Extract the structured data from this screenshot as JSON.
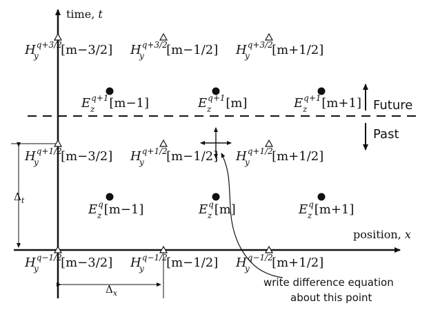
{
  "axes": {
    "time_label": "time, ",
    "time_var": "t",
    "position_label": "position, ",
    "position_var": "x"
  },
  "regions": {
    "future": "Future",
    "past": "Past"
  },
  "annotation": {
    "line1": "write difference equation",
    "line2": "about this point"
  },
  "spacing": {
    "delta_t": "Δ",
    "delta_t_sub": "t",
    "delta_x": "Δ",
    "delta_x_sub": "x"
  },
  "labels": [
    {
      "field": "H",
      "comp": "y",
      "sup": "q+3/2",
      "idx": "[m−3/2]"
    },
    {
      "field": "H",
      "comp": "y",
      "sup": "q+3/2",
      "idx": "[m−1/2]"
    },
    {
      "field": "H",
      "comp": "y",
      "sup": "q+3/2",
      "idx": "[m+1/2]"
    },
    {
      "field": "E",
      "comp": "z",
      "sup": "q+1",
      "idx": "[m−1]"
    },
    {
      "field": "E",
      "comp": "z",
      "sup": "q+1",
      "idx": "[m]"
    },
    {
      "field": "E",
      "comp": "z",
      "sup": "q+1",
      "idx": "[m+1]"
    },
    {
      "field": "H",
      "comp": "y",
      "sup": "q+1/2",
      "idx": "[m−3/2]"
    },
    {
      "field": "H",
      "comp": "y",
      "sup": "q+1/2",
      "idx": "[m−1/2]"
    },
    {
      "field": "H",
      "comp": "y",
      "sup": "q+1/2",
      "idx": "[m+1/2]"
    },
    {
      "field": "E",
      "comp": "z",
      "sup": "q",
      "idx": "[m−1]"
    },
    {
      "field": "E",
      "comp": "z",
      "sup": "q",
      "idx": "[m]"
    },
    {
      "field": "E",
      "comp": "z",
      "sup": "q",
      "idx": "[m+1]"
    },
    {
      "field": "H",
      "comp": "y",
      "sup": "q−1/2",
      "idx": "[m−3/2]"
    },
    {
      "field": "H",
      "comp": "y",
      "sup": "q−1/2",
      "idx": "[m−1/2]"
    },
    {
      "field": "H",
      "comp": "y",
      "sup": "q−1/2",
      "idx": "[m+1/2]"
    }
  ]
}
